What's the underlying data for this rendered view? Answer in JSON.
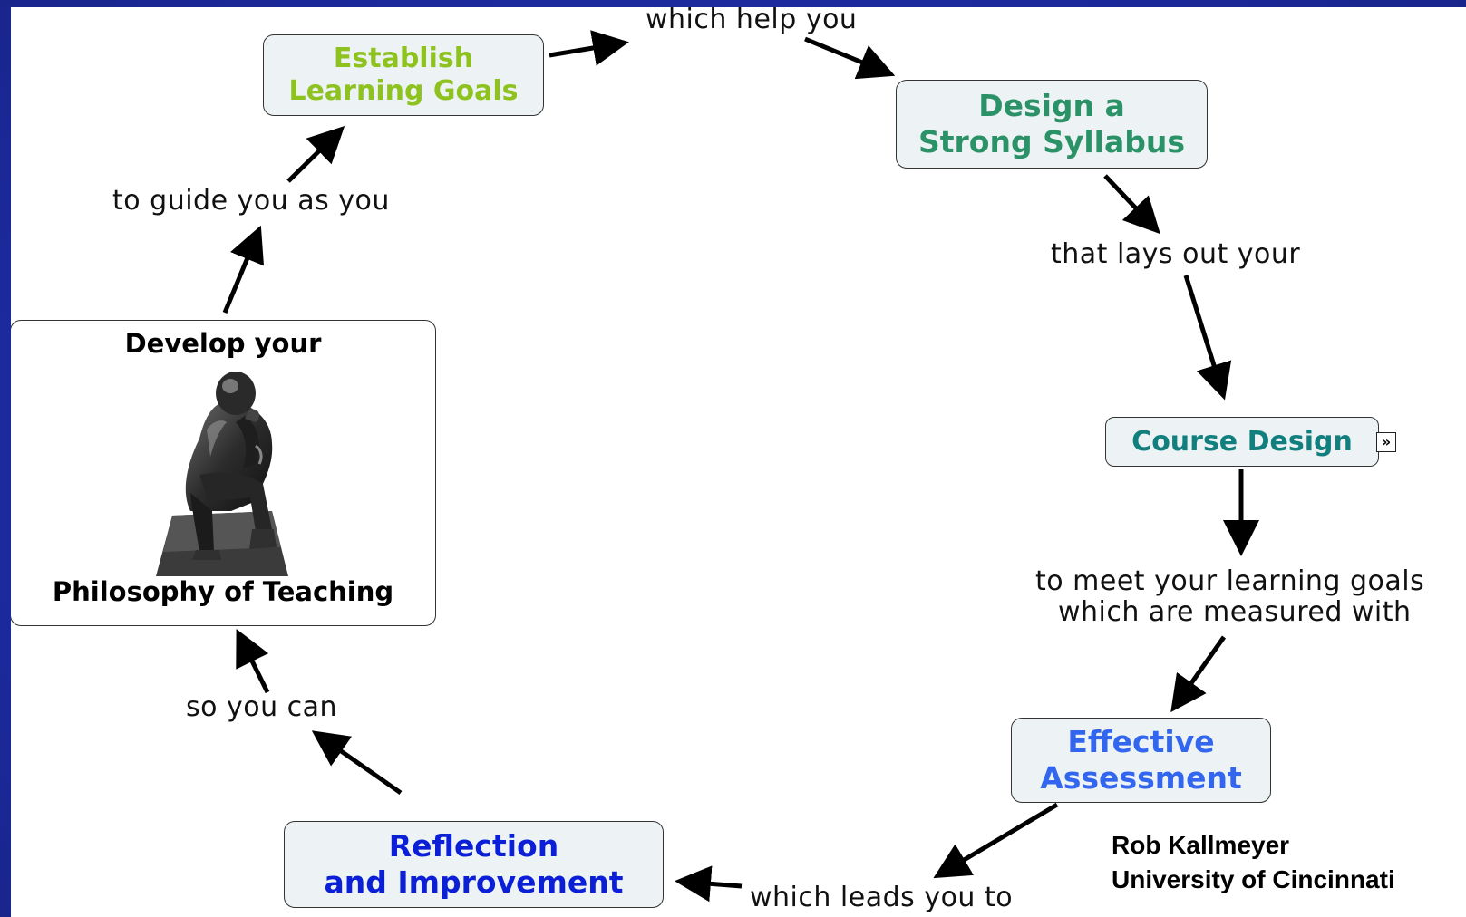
{
  "nodes": {
    "goals": {
      "line1": "Establish",
      "line2": "Learning Goals",
      "color": "#8dc21f"
    },
    "syllabus": {
      "line1": "Design a",
      "line2": "Strong Syllabus",
      "color": "#2b9268"
    },
    "course": {
      "label": "Course Design",
      "color": "#127f7f",
      "expand_icon": "double-chevron-right-icon"
    },
    "assessment": {
      "line1": "Effective",
      "line2": "Assessment",
      "color": "#3366ee"
    },
    "reflection": {
      "line1": "Reflection",
      "line2": "and Improvement",
      "color": "#0a1fd6"
    },
    "philosophy": {
      "top": "Develop your",
      "bottom": "Philosophy of Teaching",
      "image": "thinker-statue-image"
    }
  },
  "links": {
    "help": "which help you",
    "lays_out": "that lays out your",
    "meet_goals_1": "to meet your learning goals",
    "meet_goals_2": "which are measured with",
    "leads_to": "which leads you to",
    "so_you_can": "so you can",
    "guide": "to guide you as you"
  },
  "credit": {
    "name": "Rob Kallmeyer",
    "affiliation": "University of Cincinnati"
  }
}
